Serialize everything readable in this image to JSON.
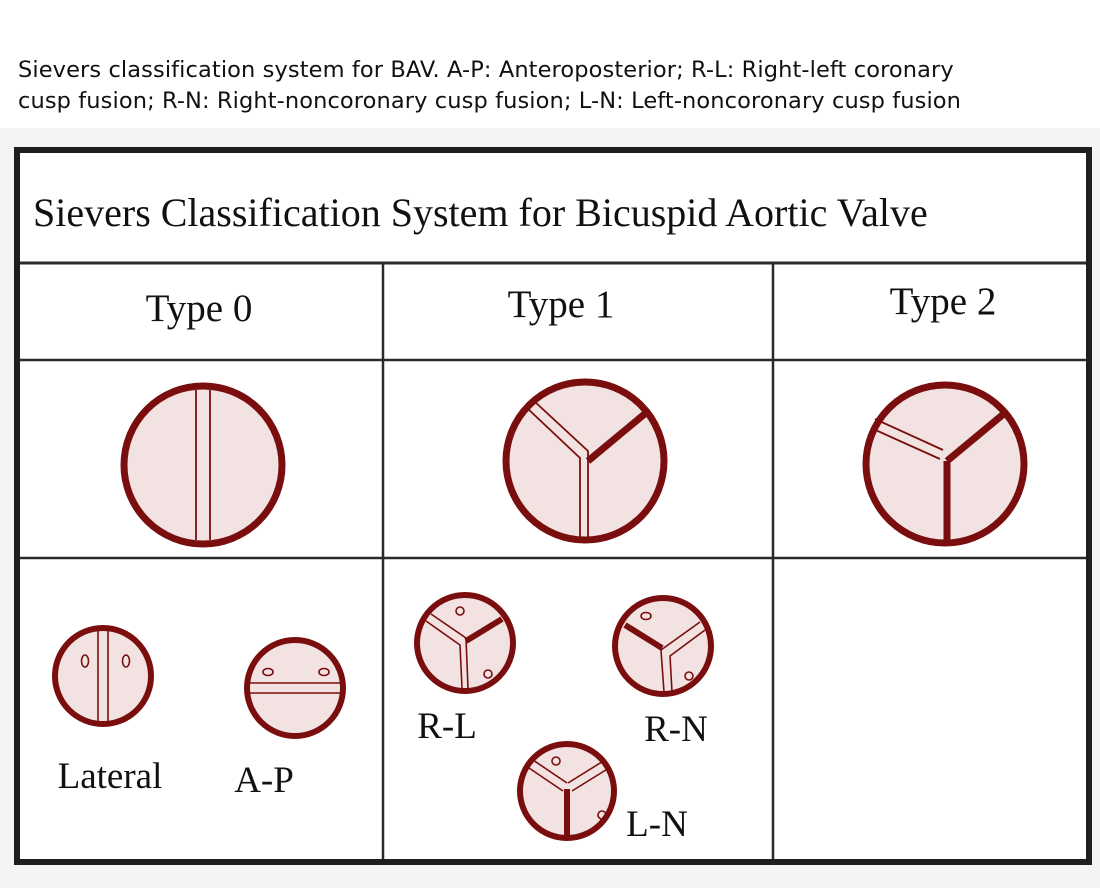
{
  "caption": {
    "line1": "Sievers classification system for BAV. A-P: Anteroposterior; R-L: Right-left coronary",
    "line2": "cusp fusion; R-N: Right-noncoronary cusp fusion; L-N: Left-noncoronary cusp fusion"
  },
  "table": {
    "title": "Sievers Classification System for Bicuspid Aortic Valve",
    "columns": [
      "Type 0",
      "Type 1",
      "Type 2"
    ],
    "subtypes": {
      "type0": [
        "Lateral",
        "A-P"
      ],
      "type1": [
        "R-L",
        "R-N",
        "L-N"
      ]
    }
  },
  "colors": {
    "valve_outline": "#7a0e0e",
    "valve_fill": "#f2e2e2",
    "grid_line": "#2a2a2a",
    "border": "#1e1e1e",
    "text": "#111111"
  }
}
